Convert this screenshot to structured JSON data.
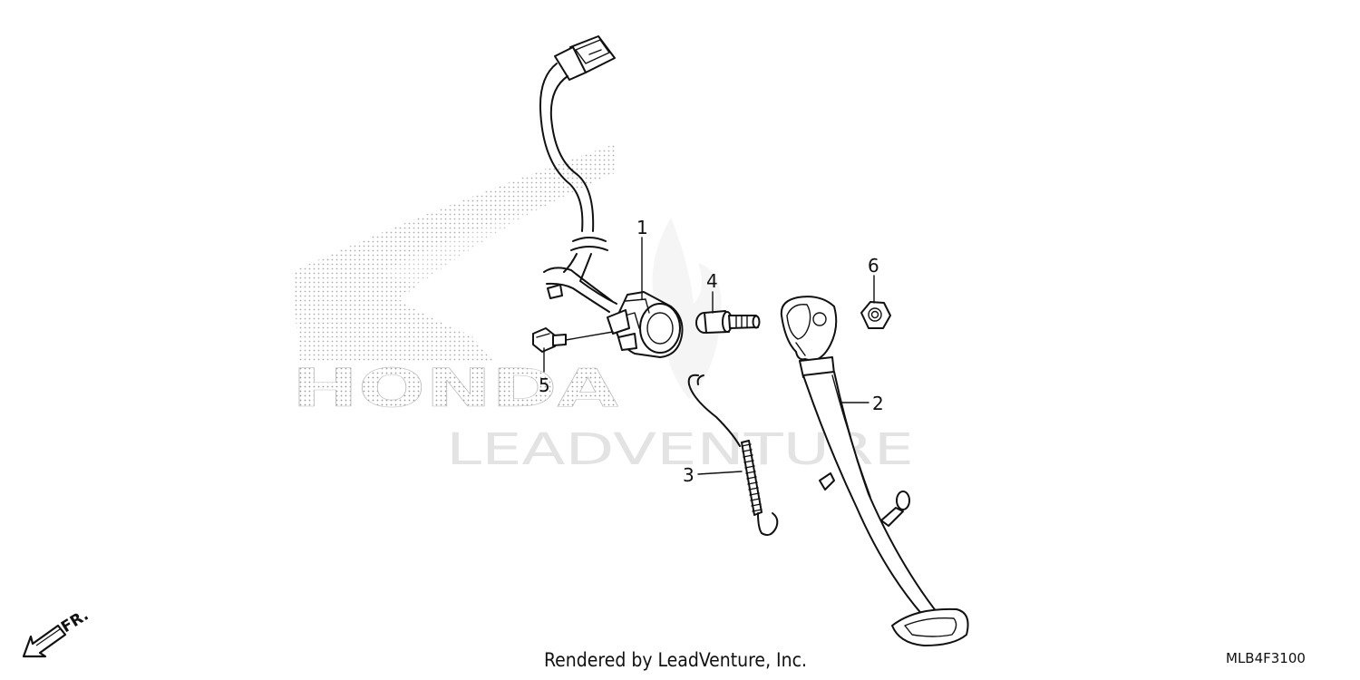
{
  "watermark": {
    "brand_text": "HONDA",
    "center_text": "LEADVENTURE"
  },
  "callouts": [
    {
      "id": "1",
      "label": "1"
    },
    {
      "id": "2",
      "label": "2"
    },
    {
      "id": "3",
      "label": "3"
    },
    {
      "id": "4",
      "label": "4"
    },
    {
      "id": "5",
      "label": "5"
    },
    {
      "id": "6",
      "label": "6"
    }
  ],
  "direction_indicator": {
    "label": "FR."
  },
  "footer": {
    "credit": "Rendered by LeadVenture, Inc.",
    "diagram_code": "MLB4F3100"
  }
}
